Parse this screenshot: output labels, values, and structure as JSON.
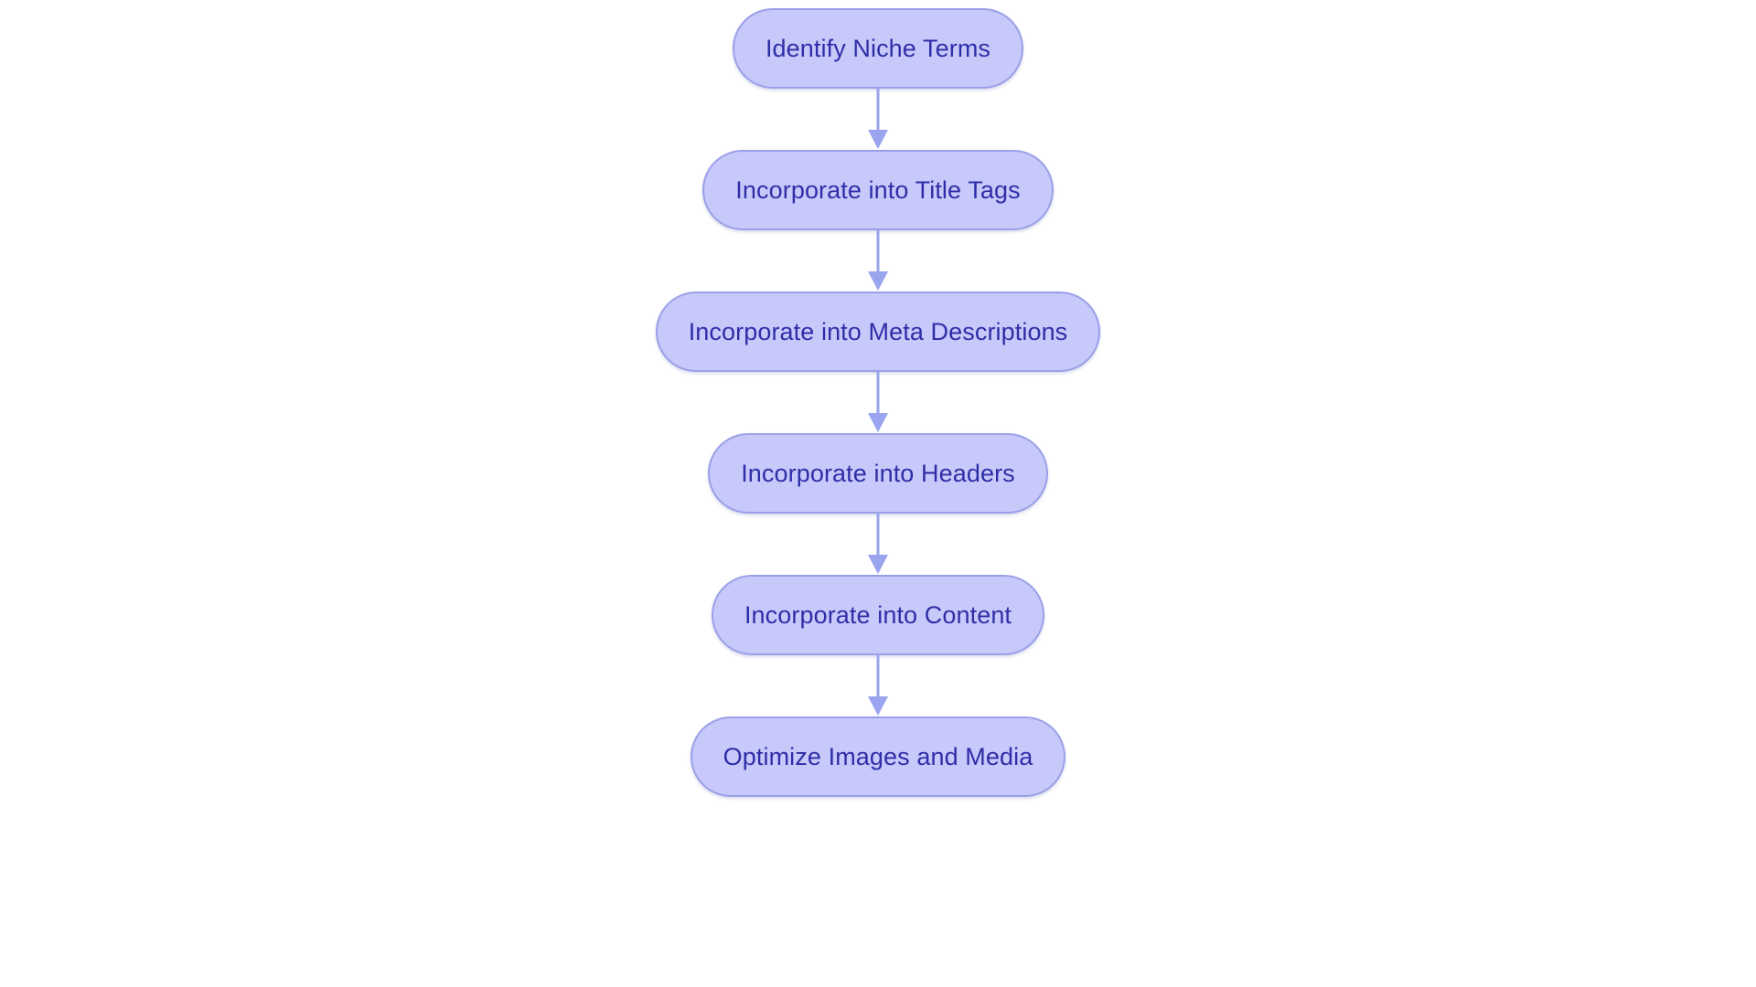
{
  "diagram": {
    "type": "flowchart",
    "orientation": "vertical-top-to-bottom",
    "background_color": "#ffffff",
    "node_fill_color": "#c7c9fa",
    "node_border_color": "#9aa0e8",
    "node_text_color": "#2e2ea8",
    "connector_color": "#9aa4ef",
    "nodes": [
      {
        "id": "identify-niche-terms",
        "label": "Identify Niche Terms"
      },
      {
        "id": "incorporate-into-title-tags",
        "label": "Incorporate into Title Tags"
      },
      {
        "id": "incorporate-into-meta-descriptions",
        "label": "Incorporate into Meta Descriptions"
      },
      {
        "id": "incorporate-into-headers",
        "label": "Incorporate into Headers"
      },
      {
        "id": "incorporate-into-content",
        "label": "Incorporate into Content"
      },
      {
        "id": "optimize-images-and-media",
        "label": "Optimize Images and Media"
      }
    ],
    "edges": [
      {
        "from": "identify-niche-terms",
        "to": "incorporate-into-title-tags",
        "label": ""
      },
      {
        "from": "incorporate-into-title-tags",
        "to": "incorporate-into-meta-descriptions",
        "label": ""
      },
      {
        "from": "incorporate-into-meta-descriptions",
        "to": "incorporate-into-headers",
        "label": ""
      },
      {
        "from": "incorporate-into-headers",
        "to": "incorporate-into-content",
        "label": ""
      },
      {
        "from": "incorporate-into-content",
        "to": "optimize-images-and-media",
        "label": ""
      }
    ]
  }
}
